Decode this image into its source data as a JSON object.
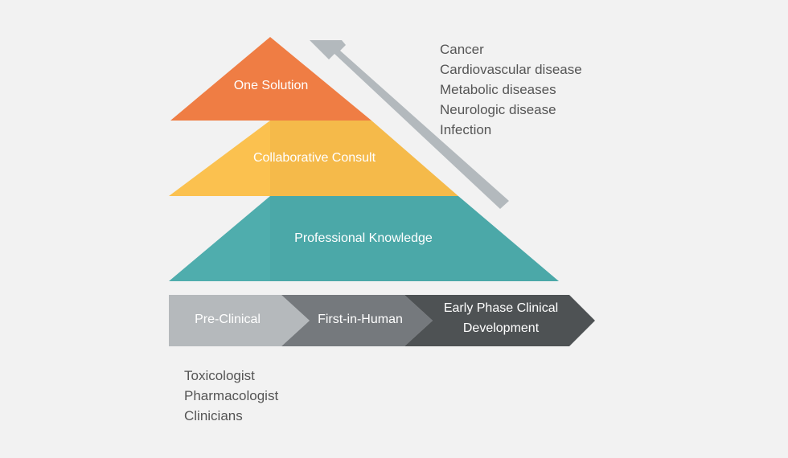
{
  "pyramid": {
    "layers": [
      {
        "label": "One Solution",
        "color": "#ef7d44"
      },
      {
        "label": "Collaborative Consult",
        "color": "#fbc14f"
      },
      {
        "label": "Professional Knowledge",
        "color": "#4fadad"
      }
    ]
  },
  "diseases": [
    "Cancer",
    "Cardiovascular disease",
    "Metabolic diseases",
    "Neurologic disease",
    "Infection"
  ],
  "phases": [
    {
      "label_lines": [
        "Pre-Clinical"
      ],
      "color": "#b5b9bc"
    },
    {
      "label_lines": [
        "First-in-Human"
      ],
      "color": "#75797d"
    },
    {
      "label_lines": [
        "Early Phase Clinical",
        "Development"
      ],
      "color": "#4e5254"
    }
  ],
  "experts": [
    "Toxicologist",
    "Pharmacologist",
    "Clinicians"
  ],
  "colors": {
    "arrow": "#b3b9bd",
    "background": "#f2f2f2"
  }
}
